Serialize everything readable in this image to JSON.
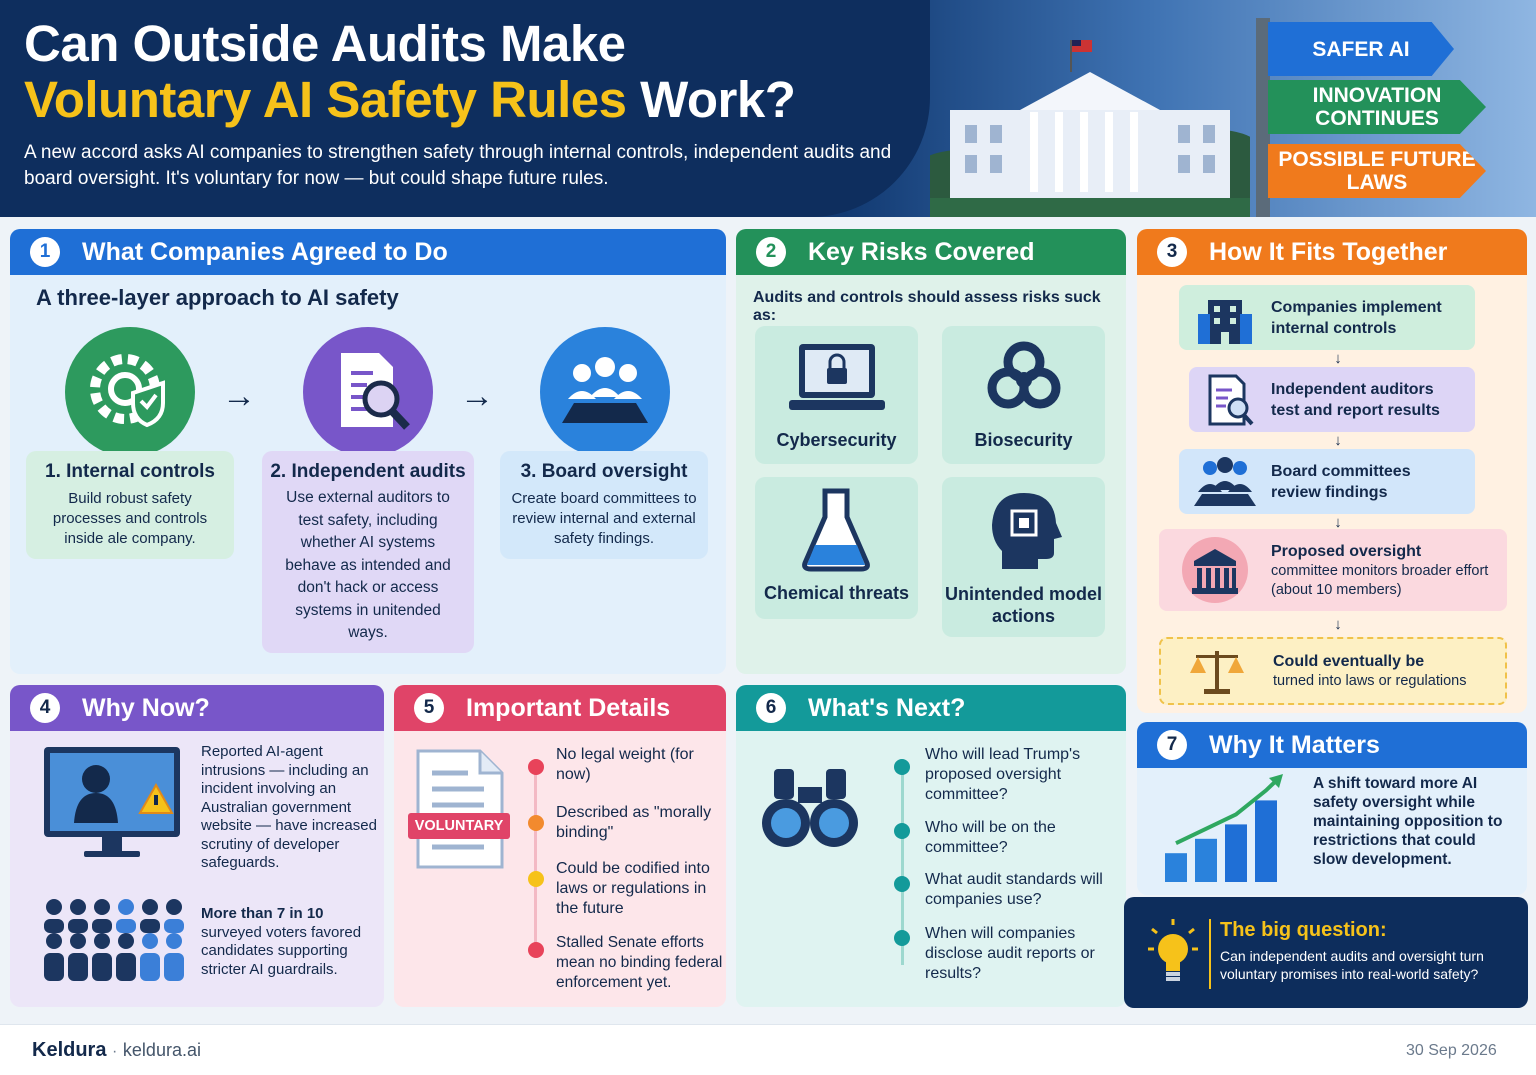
{
  "header": {
    "title_line1": "Can Outside Audits Make",
    "title_line2_highlight": "Voluntary AI Safety Rules",
    "title_line2_rest": " Work?",
    "subtitle": "A new accord asks AI companies to strengthen safety through internal controls, independent audits and board oversight. It's voluntary for now — but could shape future rules.",
    "signs": [
      "SAFER AI",
      "INNOVATION CONTINUES",
      "POSSIBLE FUTURE LAWS"
    ]
  },
  "panel1": {
    "num": "1",
    "title": "What Companies Agreed to Do",
    "subtitle": "A three-layer approach to AI safety",
    "steps": [
      {
        "title": "1. Internal controls",
        "desc": "Build robust safety processes and controls inside ale company."
      },
      {
        "title": "2. Independent audits",
        "desc": "Use external auditors to test safety, including whether AI systems behave as intended and don't hack or access systems in unitended ways."
      },
      {
        "title": "3. Board oversight",
        "desc": "Create board committees to review internal and external safety findings."
      }
    ]
  },
  "panel2": {
    "num": "2",
    "title": "Key Risks Covered",
    "subtitle": "Audits and controls should assess risks suck as:",
    "risks": [
      "Cybersecurity",
      "Biosecurity",
      "Chemical threats",
      "Unintended model actions"
    ]
  },
  "panel3": {
    "num": "3",
    "title": "How It Fits Together",
    "items": [
      {
        "title": "Companies implement internal controls",
        "sub": ""
      },
      {
        "title": "Independent auditors test and report results",
        "sub": ""
      },
      {
        "title": "Board committees review findings",
        "sub": ""
      },
      {
        "title": "Proposed oversight",
        "sub": "committee monitors broader effort (about 10 members)"
      },
      {
        "title": "Could eventually be",
        "sub": "turned into laws or regulations"
      }
    ]
  },
  "panel4": {
    "num": "4",
    "title": "Why Now?",
    "item1": "Reported AI-agent intrusions — including an incident involving an Australian government website — have increased scrutiny of developer safeguards.",
    "item2_bold": "More than 7 in 10",
    "item2_rest": "surveyed voters favored candidates supporting stricter AI guardrails."
  },
  "panel5": {
    "num": "5",
    "title": "Important Details",
    "badge": "VOLUNTARY",
    "items": [
      {
        "text": "No legal weight (for now)",
        "color": "#e8435a"
      },
      {
        "text": "Described as \"morally binding\"",
        "color": "#f28a2e"
      },
      {
        "text": "Could be codified into laws or regulations in the future",
        "color": "#f6c21a"
      },
      {
        "text": "Stalled Senate efforts mean no binding federal enforcement yet.",
        "color": "#e8435a"
      }
    ]
  },
  "panel6": {
    "num": "6",
    "title": "What's Next?",
    "items": [
      "Who will lead Trump's proposed oversight committee?",
      "Who will be on the committee?",
      "What audit standards will companies use?",
      "When will companies disclose audit reports or results?"
    ]
  },
  "panel7": {
    "num": "7",
    "title": "Why It Matters",
    "text": "A shift toward more AI safety oversight while maintaining opposition to restrictions that could slow development.",
    "chart_levels": [
      0.3,
      0.45,
      0.6,
      0.85
    ]
  },
  "bigq": {
    "title": "The big question:",
    "text": "Can independent audits and oversight turn voluntary promises into real-world safety?"
  },
  "footer": {
    "brand": "Keldura",
    "sep": "·",
    "url": "keldura.ai",
    "date": "30 Sep 2026"
  },
  "colors": {
    "blue": "#1f6fd6",
    "green": "#23915a",
    "orange": "#f07a1c",
    "purple": "#7856c9",
    "red": "#e04468",
    "teal": "#139a9a",
    "navy": "#0d2d5c",
    "gold": "#f6c21a"
  }
}
